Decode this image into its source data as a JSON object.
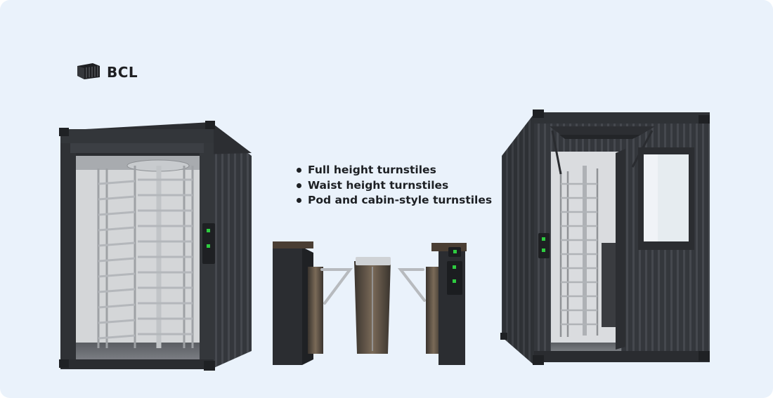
{
  "brand": {
    "name": "BCL",
    "logo_icon": "container-icon"
  },
  "features": [
    "Full height turnstiles",
    "Waist height turnstiles",
    "Pod and cabin-style turnstiles"
  ],
  "colors": {
    "background": "#eaf2fb",
    "container": "#3b3e43",
    "container_dark": "#2a2c30",
    "steel": "#b9bcc0",
    "text": "#1d2024",
    "indicator_green": "#2ecc40"
  }
}
